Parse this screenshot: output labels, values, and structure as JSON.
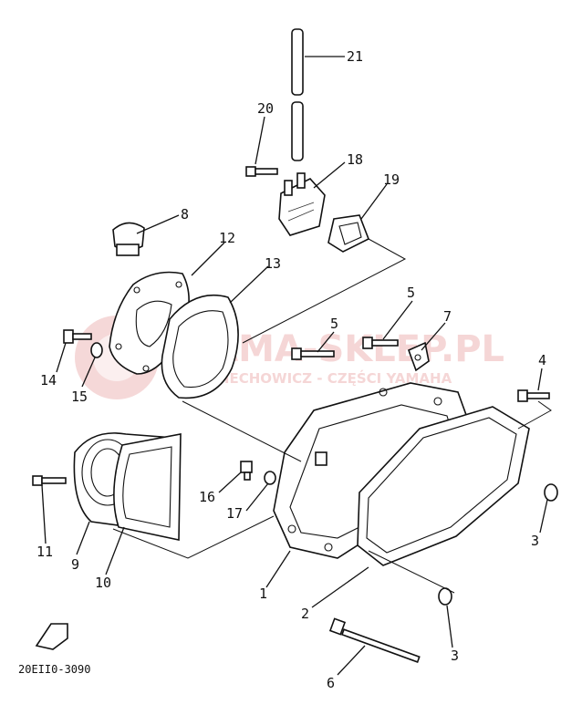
{
  "diagram_code": "20EII0-3090",
  "fwd_label": "FWD",
  "watermark": {
    "brand": "YAMA-SKLEP.PL",
    "subtitle": "WOJCIECHOWICZ - CZĘŚCI YAMAHA"
  },
  "callouts": [
    {
      "id": "c21",
      "label": "21"
    },
    {
      "id": "c20",
      "label": "20"
    },
    {
      "id": "c18",
      "label": "18"
    },
    {
      "id": "c19",
      "label": "19"
    },
    {
      "id": "c8",
      "label": "8"
    },
    {
      "id": "c12",
      "label": "12"
    },
    {
      "id": "c13",
      "label": "13"
    },
    {
      "id": "c5a",
      "label": "5"
    },
    {
      "id": "c5b",
      "label": "5"
    },
    {
      "id": "c7",
      "label": "7"
    },
    {
      "id": "c4",
      "label": "4"
    },
    {
      "id": "c14",
      "label": "14"
    },
    {
      "id": "c15",
      "label": "15"
    },
    {
      "id": "c16",
      "label": "16"
    },
    {
      "id": "c17",
      "label": "17"
    },
    {
      "id": "c3a",
      "label": "3"
    },
    {
      "id": "c11",
      "label": "11"
    },
    {
      "id": "c9",
      "label": "9"
    },
    {
      "id": "c10",
      "label": "10"
    },
    {
      "id": "c1",
      "label": "1"
    },
    {
      "id": "c2",
      "label": "2"
    },
    {
      "id": "c3b",
      "label": "3"
    },
    {
      "id": "c6",
      "label": "6"
    }
  ]
}
